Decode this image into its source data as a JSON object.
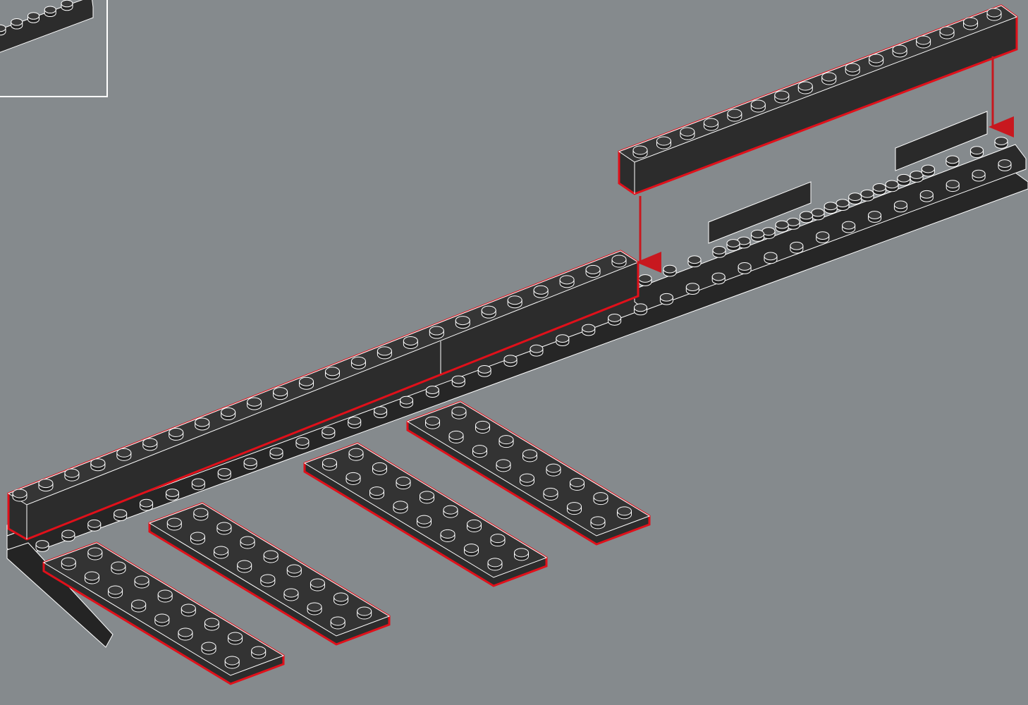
{
  "scene": {
    "description_kind": "instruction-step",
    "colors": {
      "background": "#858a8d",
      "brick_face": "#2c2c2c",
      "brick_top": "#333333",
      "brick_side": "#242424",
      "brick_edge": "#ffffff",
      "highlight": "#e0101a",
      "arrow": "#c8181f"
    },
    "inset": {
      "shows": "previous-step-detail"
    },
    "new_parts": [
      {
        "name": "long-brick-1x24",
        "role": "front-long-brick"
      },
      {
        "name": "long-brick-1x16",
        "role": "upper-right-brick-being-placed"
      },
      {
        "name": "plate-2x8-a",
        "role": "finger-plate"
      },
      {
        "name": "plate-2x8-b",
        "role": "finger-plate"
      },
      {
        "name": "plate-2x8-c",
        "role": "finger-plate"
      },
      {
        "name": "plate-2x8-d",
        "role": "finger-plate"
      }
    ],
    "arrows": [
      {
        "name": "placement-arrow-left",
        "direction": "down"
      },
      {
        "name": "placement-arrow-right",
        "direction": "down"
      }
    ]
  }
}
